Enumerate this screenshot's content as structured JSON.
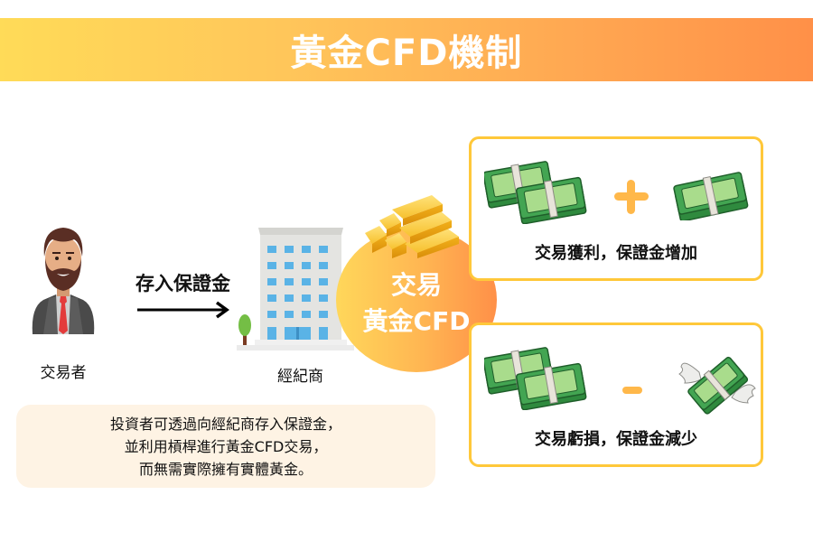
{
  "header": {
    "title": "黃金CFD機制",
    "gradient_start": "#FFDB58",
    "gradient_end": "#FF9048"
  },
  "trader": {
    "icon": "businessman-icon",
    "label": "交易者"
  },
  "deposit_arrow": {
    "label": "存入保證金",
    "icon": "arrow-right-icon"
  },
  "broker": {
    "icon": "office-building-icon",
    "label": "經紀商"
  },
  "trade_circle": {
    "icon": "gold-bars-icon",
    "line1": "交易",
    "line2": "黃金CFD"
  },
  "outcomes": [
    {
      "operator": "+",
      "operator_icon": "plus-icon",
      "left_icon": "money-stacks-icon",
      "right_icon": "money-stack-icon",
      "text": "交易獲利，保證金增加"
    },
    {
      "operator": "-",
      "operator_icon": "minus-icon",
      "left_icon": "money-stacks-icon",
      "right_icon": "flying-money-icon",
      "text": "交易虧損，保證金減少"
    }
  ],
  "caption": {
    "lines": [
      "投資者可透過向經紀商存入保證金，",
      "並利用槓桿進行黃金CFD交易，",
      "而無需實際擁有實體黃金。"
    ]
  },
  "colors": {
    "box_border": "#FFC83A",
    "operator": "#FFB84A",
    "caption_bg": "#FEF3E4",
    "money_green": "#3E9E4E"
  }
}
